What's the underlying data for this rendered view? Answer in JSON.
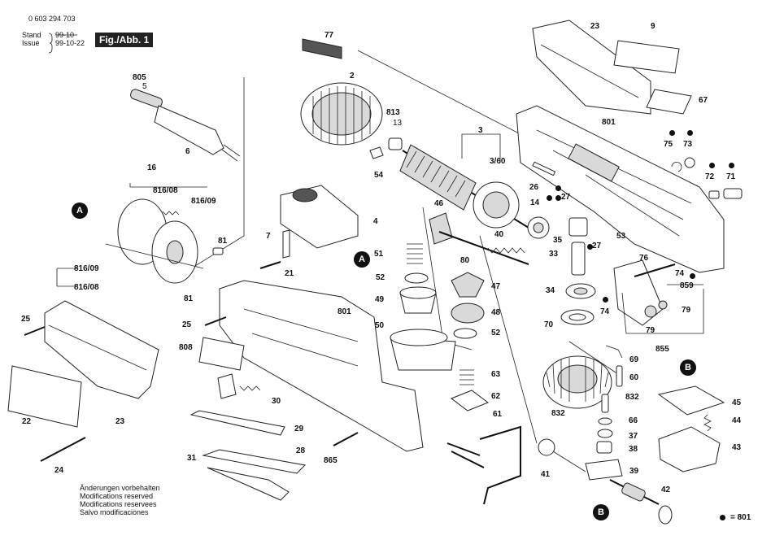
{
  "header": {
    "part_number": "0 603 294 703",
    "stand_label": "Stand",
    "stand_value": "99-10",
    "issue_label": "Issue",
    "issue_value": "99-10-22",
    "figure_label": "Fig./Abb. 1"
  },
  "notes": [
    "Änderungen vorbehalten",
    "Modifications reserved",
    "Modifications reservees",
    "Salvo modificaciones"
  ],
  "legend": {
    "text": "= 801"
  },
  "markers": {
    "a": "A",
    "b": "B"
  },
  "callouts": {
    "c77": "77",
    "c2": "2",
    "c813": "813",
    "c13": "13",
    "c54": "54",
    "c805": "805",
    "c5": "5",
    "c6": "6",
    "c3": "3",
    "c3_60": "3/60",
    "c23a": "23",
    "c9": "9",
    "c67": "67",
    "c801a": "801",
    "c75": "75",
    "c73": "73",
    "c72": "72",
    "c71": "71",
    "c26": "26",
    "c27a": "27",
    "c14": "14",
    "c46": "46",
    "c40": "40",
    "c35": "35",
    "c53": "53",
    "c27b": "27",
    "c33": "33",
    "c76": "76",
    "c74a": "74",
    "c859": "859",
    "c79a": "79",
    "c79b": "79",
    "c74b": "74",
    "c855": "855",
    "c16": "16",
    "c816_08a": "816/08",
    "c816_09a": "816/09",
    "c81a": "81",
    "c816_09b": "816/09",
    "c816_08b": "816/08",
    "c81b": "81",
    "c4": "4",
    "c7": "7",
    "c21": "21",
    "c51": "51",
    "c52a": "52",
    "c47": "47",
    "c80": "80",
    "c49": "49",
    "c48": "48",
    "c34": "34",
    "c70": "70",
    "c50": "50",
    "c52b": "52",
    "c69": "69",
    "c60": "60",
    "c25a": "25",
    "c25b": "25",
    "c801b": "801",
    "c808": "808",
    "c63": "63",
    "c62": "62",
    "c832a": "832",
    "c832b": "832",
    "c66": "66",
    "c37": "37",
    "c38": "38",
    "c22": "22",
    "c23b": "23",
    "c24": "24",
    "c30": "30",
    "c29": "29",
    "c31": "31",
    "c28": "28",
    "c865": "865",
    "c61": "61",
    "c41": "41",
    "c39": "39",
    "c42": "42",
    "c45": "45",
    "c44": "44",
    "c43": "43"
  }
}
